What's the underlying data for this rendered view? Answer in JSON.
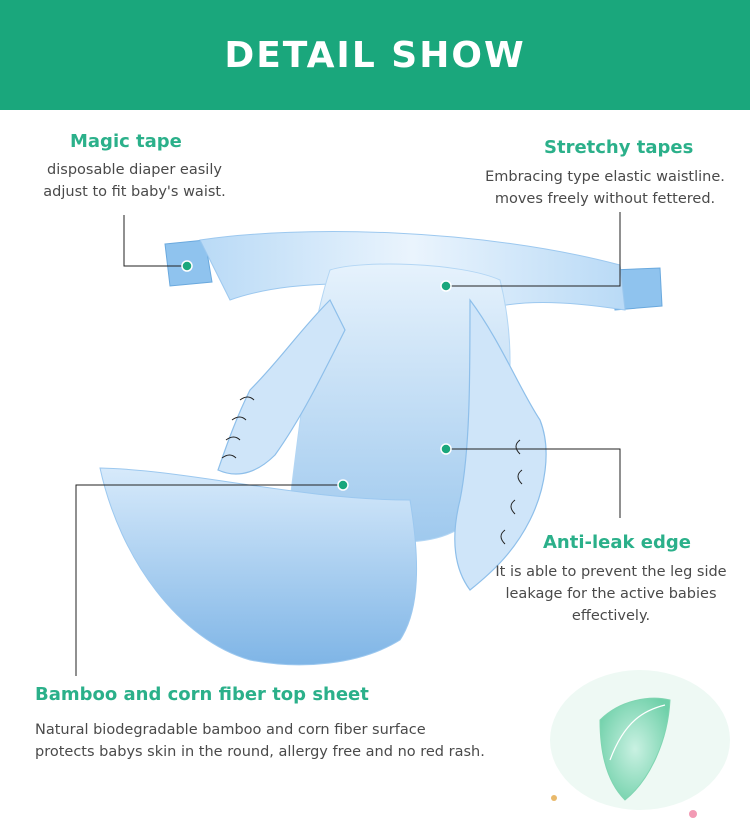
{
  "header": {
    "title": "DETAIL SHOW"
  },
  "features": {
    "magic_tape": {
      "title": "Magic tape",
      "desc_line1": "disposable diaper easily",
      "desc_line2": "adjust to fit baby's waist."
    },
    "stretchy_tapes": {
      "title": "Stretchy tapes",
      "desc_line1": "Embracing type elastic waistline.",
      "desc_line2": "moves freely without fettered."
    },
    "anti_leak": {
      "title": "Anti-leak edge",
      "desc_line1": "It is able to prevent the leg side",
      "desc_line2": "leakage for the active babies",
      "desc_line3": "effectively."
    },
    "top_sheet": {
      "title": "Bamboo and corn fiber top sheet",
      "desc_line1": "Natural biodegradable bamboo and corn fiber surface",
      "desc_line2": "protects babys skin in the round, allergy free and no red rash."
    }
  },
  "colors": {
    "brand_green": "#1aa77c",
    "title_green": "#2bb08a",
    "diaper_blue": "#a9d0f2",
    "text_gray": "#4a4a4a"
  }
}
